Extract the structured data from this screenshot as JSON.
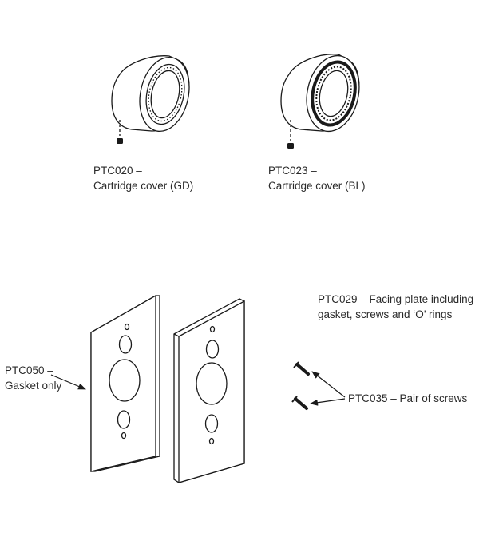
{
  "parts": {
    "ptc020": {
      "code": "PTC020 –",
      "desc": "Cartridge cover (GD)"
    },
    "ptc023": {
      "code": "PTC023 –",
      "desc": "Cartridge cover (BL)"
    },
    "ptc029": {
      "line1": "PTC029 – Facing plate including",
      "line2": "gasket, screws and ‘O’ rings"
    },
    "ptc050": {
      "code": "PTC050 –",
      "desc": "Gasket only"
    },
    "ptc035": {
      "label": "PTC035 – Pair of screws"
    }
  },
  "colors": {
    "line": "#1a1a1a",
    "text": "#2a2a2a",
    "background": "#ffffff"
  }
}
